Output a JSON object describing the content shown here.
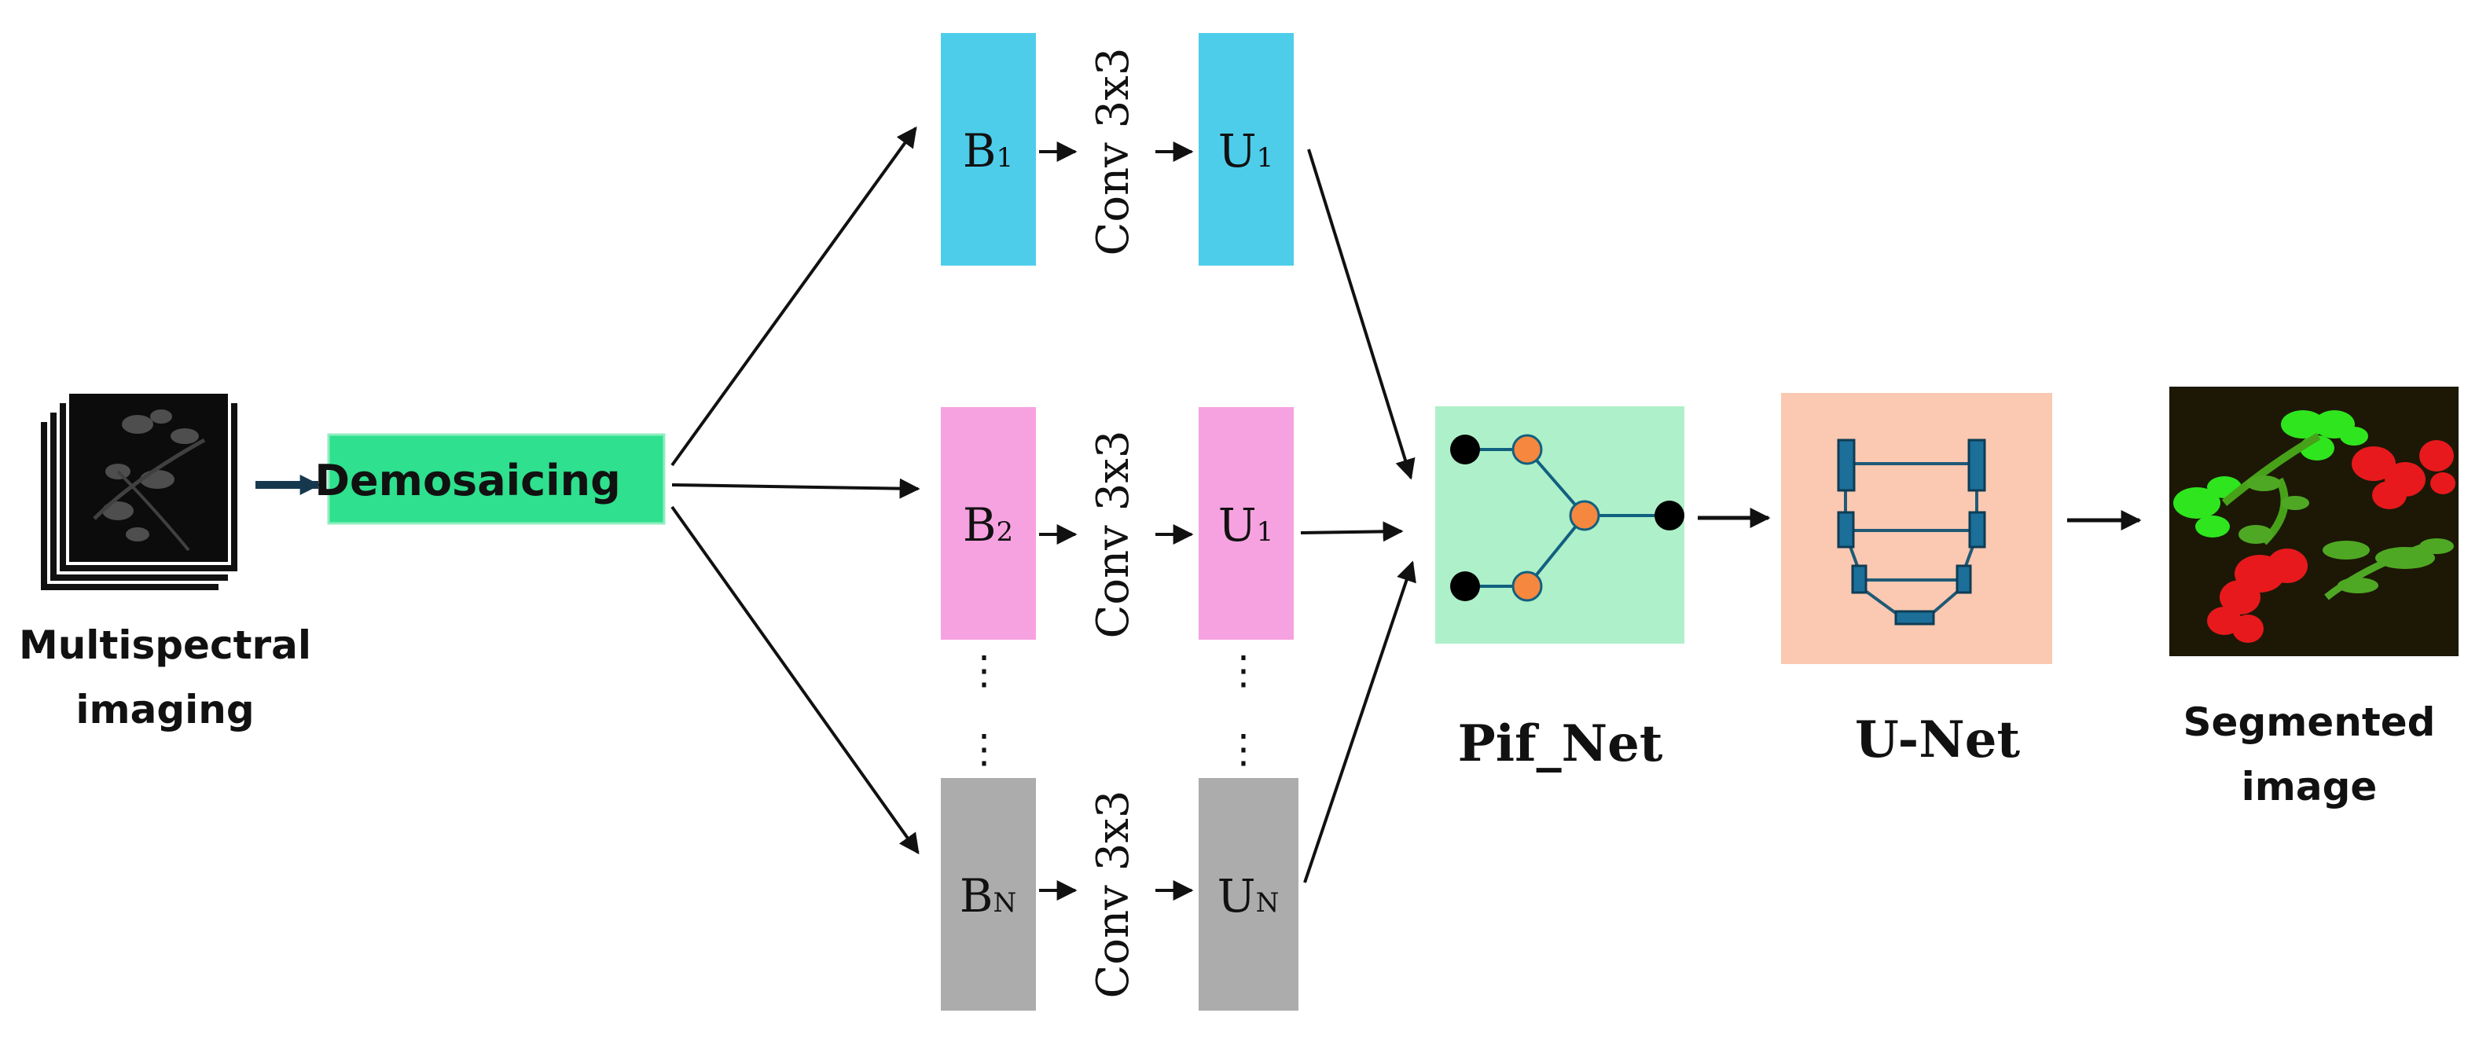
{
  "input": {
    "label_line1": "Multispectral",
    "label_line2": "imaging"
  },
  "demosaicing": {
    "label": "Demosaicing",
    "color": "#2fe08e"
  },
  "branches": [
    {
      "band": "B",
      "band_sub": "1",
      "up": "U",
      "up_sub": "1",
      "conv": "Conv 3x3",
      "color": "#4dcdea"
    },
    {
      "band": "B",
      "band_sub": "2",
      "up": "U",
      "up_sub": "1",
      "conv": "Conv 3x3",
      "color": "#f6a2e0"
    },
    {
      "band": "B",
      "band_sub": "N",
      "up": "U",
      "up_sub": "N",
      "conv": "Conv 3x3",
      "color": "#acacac"
    }
  ],
  "ellipsis": "⋮",
  "pif_net": {
    "label": "Pif_Net",
    "color": "#aef0c9"
  },
  "unet": {
    "label": "U-Net",
    "color": "#fbc9b1"
  },
  "output": {
    "label_line1": "Segmented",
    "label_line2": "image"
  }
}
